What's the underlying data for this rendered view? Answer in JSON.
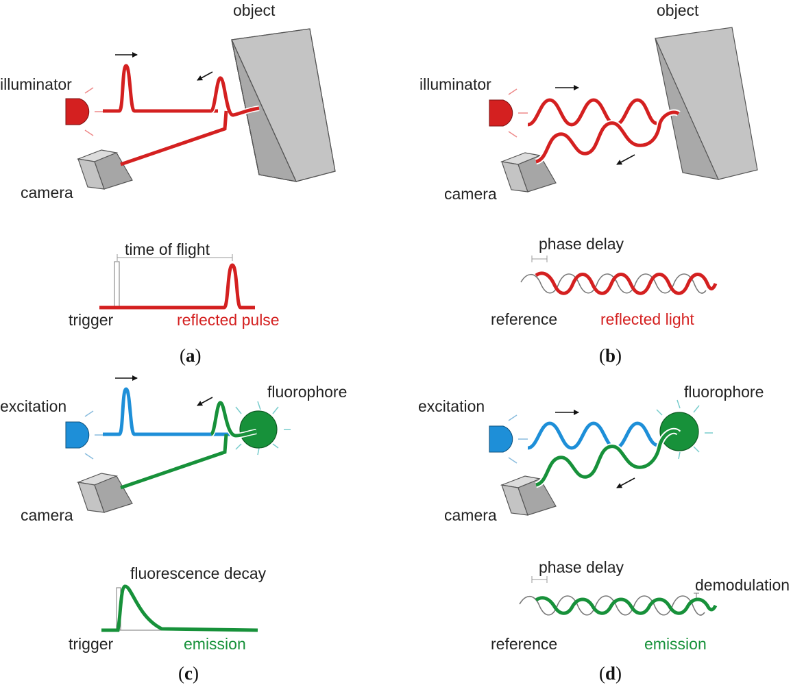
{
  "colors": {
    "red": "#d42020",
    "blue": "#1e8fd8",
    "green": "#17913a",
    "gray_face": "#c4c4c4",
    "gray_side": "#a6a6a6",
    "gray_top": "#dcdcdc",
    "text": "#222222"
  },
  "icons": {
    "source": "illuminator-dome-icon",
    "camera": "camera-box-icon",
    "object": "object-block-icon",
    "fluorophore": "fluorophore-sphere-icon",
    "arrow": "direction-arrow-icon"
  },
  "panels": {
    "a": {
      "caption": "a",
      "illuminator": "illuminator",
      "object": "object",
      "camera": "camera",
      "time_label": "time of flight",
      "trigger": "trigger",
      "signal": "reflected pulse"
    },
    "b": {
      "caption": "b",
      "illuminator": "illuminator",
      "object": "object",
      "camera": "camera",
      "phase_label": "phase delay",
      "reference": "reference",
      "signal": "reflected light"
    },
    "c": {
      "caption": "c",
      "source": "excitation",
      "target": "fluorophore",
      "camera": "camera",
      "decay_label": "fluorescence decay",
      "trigger": "trigger",
      "signal": "emission"
    },
    "d": {
      "caption": "d",
      "source": "excitation",
      "target": "fluorophore",
      "camera": "camera",
      "phase_label": "phase delay",
      "demod_label": "demodulation",
      "reference": "reference",
      "signal": "emission"
    }
  }
}
